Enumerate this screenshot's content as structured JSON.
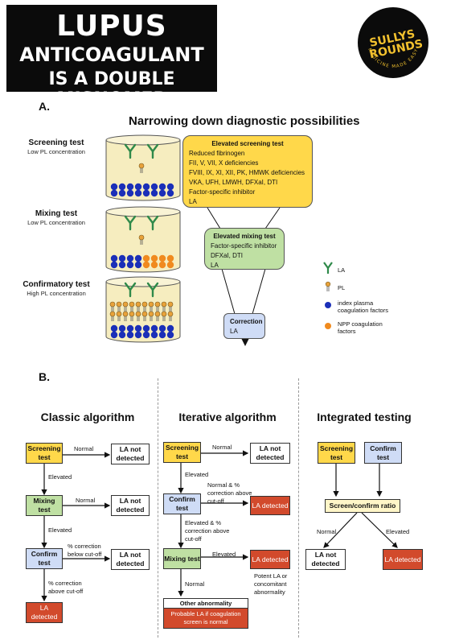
{
  "header": {
    "title_line1": "LUPUS",
    "title_line2": "ANTICOAGULANT",
    "title_line3": "IS A DOUBLE MISNOMER",
    "logo_line1": "SULLYS",
    "logo_line2": "ROUNDS",
    "logo_arc": "MEDICINE MADE EASY"
  },
  "panel_a": {
    "label": "A.",
    "title": "Narrowing down diagnostic possibilities",
    "tests": [
      {
        "name": "Screening test",
        "sub": "Low PL concentration"
      },
      {
        "name": "Mixing test",
        "sub": "Low PL concentration"
      },
      {
        "name": "Confirmatory test",
        "sub": "High PL concentration"
      }
    ],
    "screening_box": {
      "title": "Elevated screening test",
      "lines": [
        "Reduced fibrinogen",
        "FII, V, VII, X deficiencies",
        "FVIII, IX, XI, XII, PK, HMWK deficiencies",
        "VKA, UFH, LMWH, DFXaI, DTI",
        "Factor-specific inhibitor",
        "LA"
      ]
    },
    "mixing_box": {
      "title": "Elevated mixing test",
      "lines": [
        "Factor-specific inhibitor",
        "DFXaI, DTI",
        "LA"
      ]
    },
    "correction_box": {
      "title": "Correction",
      "lines": [
        "LA"
      ]
    },
    "legend": {
      "la": "LA",
      "pl": "PL",
      "index_plasma": "index plasma coagulation factors",
      "npp": "NPP coagulation factors"
    },
    "colors": {
      "antibody": "#2f8a4a",
      "pl_head": "#e8a23a",
      "index_factor": "#1b2fb8",
      "npp_factor": "#f08a1e",
      "box_yellow": "#ffd84a",
      "box_green": "#bfe0a3",
      "box_blue": "#cfdcf6"
    }
  },
  "panel_b": {
    "label": "B.",
    "classic": {
      "title": "Classic algorithm",
      "screening": "Screening test",
      "mixing": "Mixing test",
      "confirm": "Confirm test",
      "normal_1": "Normal",
      "normal_2": "Normal",
      "elevated_1": "Elevated",
      "elevated_2": "Elevated",
      "la_not_1": "LA not detected",
      "la_not_2": "LA not detected",
      "la_not_3": "LA not detected",
      "below_cutoff": "% correction below cut-off",
      "above_cutoff": "% correction above cut-off",
      "la_detected": "LA detected"
    },
    "iterative": {
      "title": "Iterative algorithm",
      "screening": "Screening test",
      "confirm": "Confirm test",
      "mixing": "Mixing test",
      "normal": "Normal",
      "elevated_1": "Elevated",
      "normal_above": "Normal & % correction above cut-off",
      "elevated_above": "Elevated & % correction above cut-off",
      "elevated_2": "Elevated",
      "normal_2": "Normal",
      "la_not": "LA not detected",
      "la_detected_1": "LA detected",
      "la_detected_2": "LA detected",
      "potent": "Potent LA or concomitant abnormality",
      "other_abnormality": "Other abnormality",
      "probable": "Probable LA if coagulation screen is normal"
    },
    "integrated": {
      "title": "Integrated testing",
      "screening": "Screening test",
      "confirm": "Confirm test",
      "ratio": "Screen/confirm ratio",
      "normal": "Normal",
      "elevated": "Elevated",
      "la_not": "LA not detected",
      "la_detected": "LA detected"
    },
    "colors": {
      "yellow": "#ffd84a",
      "green": "#bfe0a3",
      "blue": "#cfdcf6",
      "red": "#d24a2c",
      "cream": "#fff6c8"
    }
  }
}
